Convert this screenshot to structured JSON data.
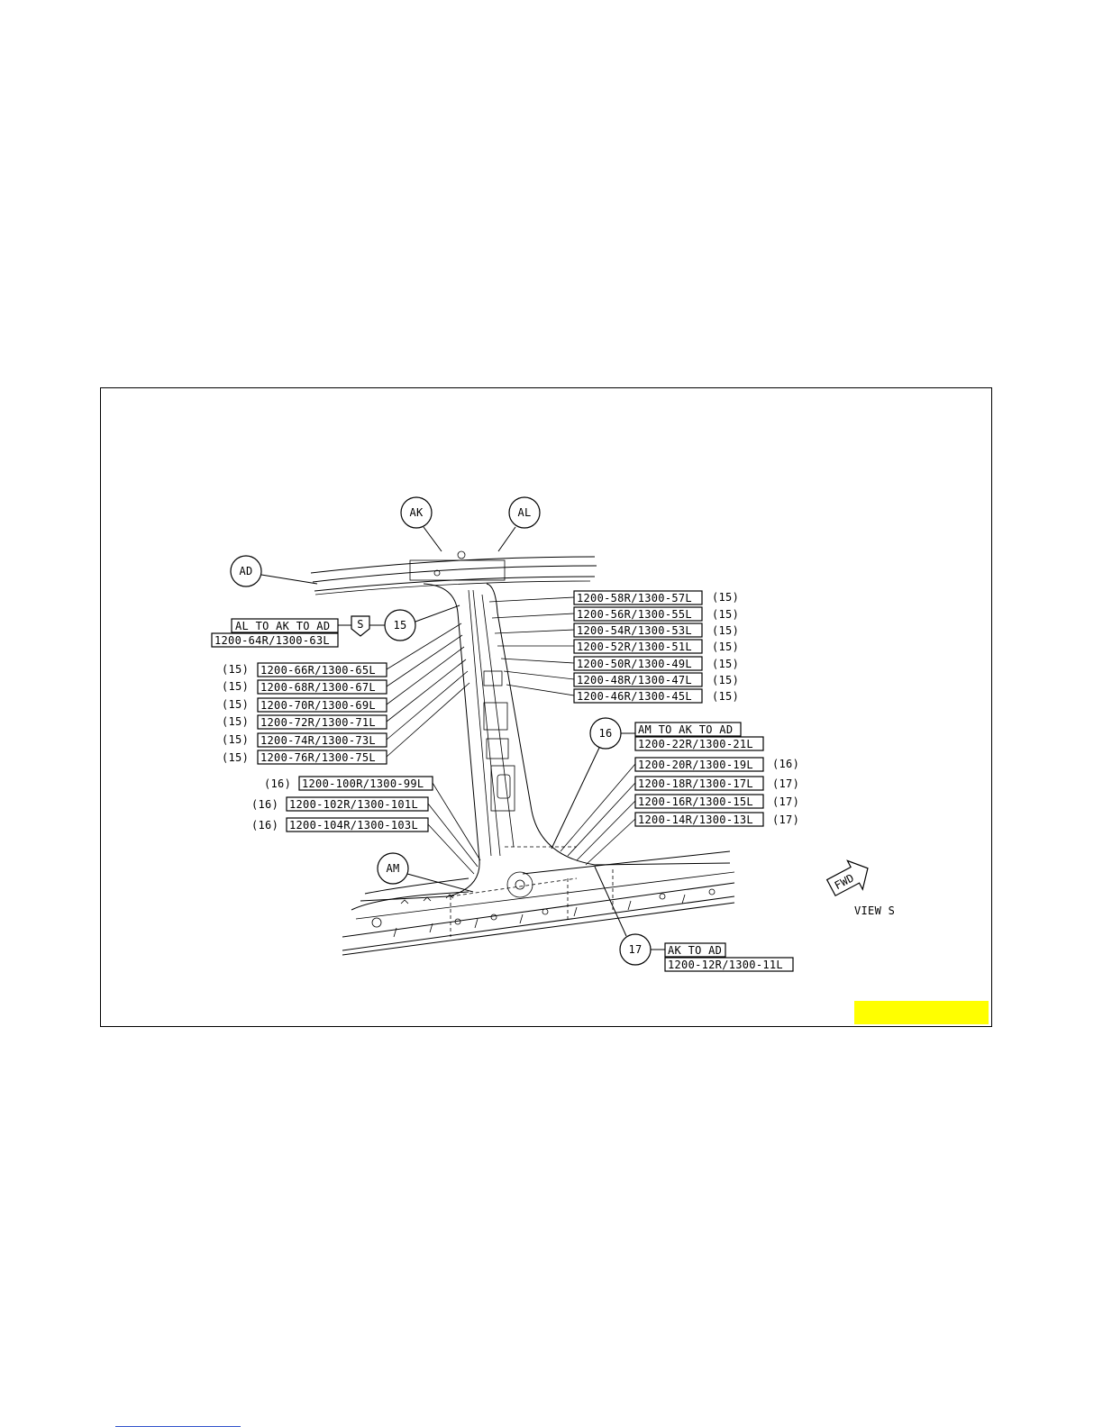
{
  "view_label": "VIEW S",
  "fwd_label": "FWD",
  "callouts": {
    "ak": "AK",
    "al": "AL",
    "ad": "AD",
    "am": "AM",
    "c15": "15",
    "c16": "16",
    "c17": "17",
    "s": "S"
  },
  "group_labels": {
    "al_ak_ad": "AL TO AK TO AD",
    "am_ak_ad": "AM TO AK TO AD",
    "ak_ad": "AK TO AD"
  },
  "left_parts": [
    {
      "tag": "(15)",
      "part": "1200-66R/1300-65L"
    },
    {
      "tag": "(15)",
      "part": "1200-68R/1300-67L"
    },
    {
      "tag": "(15)",
      "part": "1200-70R/1300-69L"
    },
    {
      "tag": "(15)",
      "part": "1200-72R/1300-71L"
    },
    {
      "tag": "(15)",
      "part": "1200-74R/1300-73L"
    },
    {
      "tag": "(15)",
      "part": "1200-76R/1300-75L"
    }
  ],
  "left_parts_lower": [
    {
      "tag": "(16)",
      "part": "1200-100R/1300-99L"
    },
    {
      "tag": "(16)",
      "part": "1200-102R/1300-101L"
    },
    {
      "tag": "(16)",
      "part": "1200-104R/1300-103L"
    }
  ],
  "top_part": "1200-64R/1300-63L",
  "right_parts": [
    {
      "tag": "(15)",
      "part": "1200-58R/1300-57L"
    },
    {
      "tag": "(15)",
      "part": "1200-56R/1300-55L"
    },
    {
      "tag": "(15)",
      "part": "1200-54R/1300-53L"
    },
    {
      "tag": "(15)",
      "part": "1200-52R/1300-51L"
    },
    {
      "tag": "(15)",
      "part": "1200-50R/1300-49L"
    },
    {
      "tag": "(15)",
      "part": "1200-48R/1300-47L"
    },
    {
      "tag": "(15)",
      "part": "1200-46R/1300-45L"
    }
  ],
  "right_part_22": "1200-22R/1300-21L",
  "right_parts_lower": [
    {
      "tag": "(16)",
      "part": "1200-20R/1300-19L"
    },
    {
      "tag": "(17)",
      "part": "1200-18R/1300-17L"
    },
    {
      "tag": "(17)",
      "part": "1200-16R/1300-15L"
    },
    {
      "tag": "(17)",
      "part": "1200-14R/1300-13L"
    }
  ],
  "bottom_part": "1200-12R/1300-11L",
  "colors": {
    "highlight": "#ffff00",
    "footer_link": "#3355cc"
  }
}
